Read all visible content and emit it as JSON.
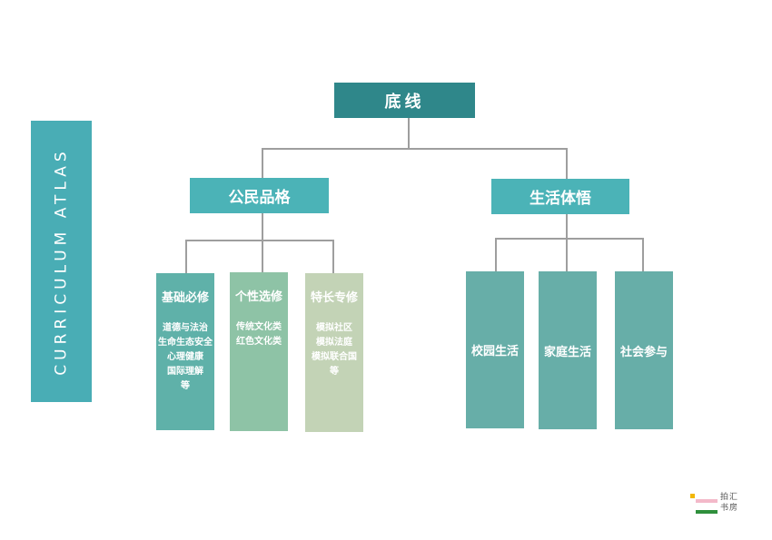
{
  "side_label": "CURRICULUM ATLAS",
  "root": {
    "label": "底线"
  },
  "branches": {
    "left": {
      "label": "公民品格"
    },
    "right": {
      "label": "生活体悟"
    }
  },
  "left_columns": [
    {
      "title": "基础必修",
      "items": [
        "道德与法治",
        "生命生态安全",
        "心理健康",
        "国际理解",
        "等"
      ]
    },
    {
      "title": "个性选修",
      "items": [
        "传统文化类",
        "红色文化类"
      ]
    },
    {
      "title": "特长专修",
      "items": [
        "模拟社区",
        "模拟法庭",
        "模拟联合国",
        "等"
      ]
    }
  ],
  "right_columns": [
    {
      "label": "校园生活"
    },
    {
      "label": "家庭生活"
    },
    {
      "label": "社会参与"
    }
  ],
  "logo": {
    "line1": "拍汇",
    "line2": "书房"
  },
  "colors": {
    "root": "#2f878a",
    "branch": "#4bb3b7",
    "side_tab": "#49adb5",
    "col_a": "#5fb1a9",
    "col_b": "#8ec3a6",
    "col_c": "#c3d3b6",
    "right_col": "#67aea8",
    "connector": "#9e9e9e"
  }
}
